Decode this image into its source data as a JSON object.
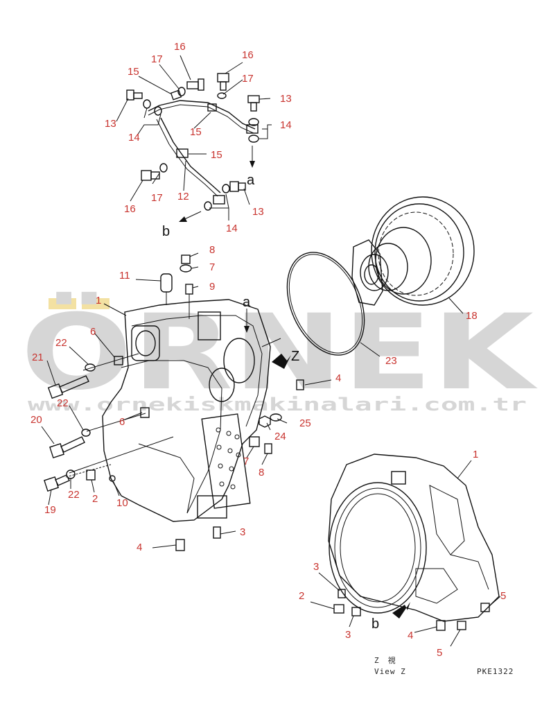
{
  "watermark": {
    "brand": "ÖRNEK",
    "url": "www.ornekiskmakinalari.com.tr",
    "color": "#cfcfcf"
  },
  "colors": {
    "callout": "#c8332e",
    "line": "#111111"
  },
  "callouts": [
    {
      "id": "c16a",
      "label": "16"
    },
    {
      "id": "c16b",
      "label": "16"
    },
    {
      "id": "c17a",
      "label": "17"
    },
    {
      "id": "c17b",
      "label": "17"
    },
    {
      "id": "c15a",
      "label": "15"
    },
    {
      "id": "c13a",
      "label": "13"
    },
    {
      "id": "c13b",
      "label": "13"
    },
    {
      "id": "c14a",
      "label": "14"
    },
    {
      "id": "c14b",
      "label": "14"
    },
    {
      "id": "c15b",
      "label": "15"
    },
    {
      "id": "c15c",
      "label": "15"
    },
    {
      "id": "c17c",
      "label": "17"
    },
    {
      "id": "c12",
      "label": "12"
    },
    {
      "id": "c16c",
      "label": "16"
    },
    {
      "id": "c13c",
      "label": "13"
    },
    {
      "id": "c14c",
      "label": "14"
    },
    {
      "id": "c8a",
      "label": "8"
    },
    {
      "id": "c7a",
      "label": "7"
    },
    {
      "id": "c11",
      "label": "11"
    },
    {
      "id": "c9",
      "label": "9"
    },
    {
      "id": "c1a",
      "label": "1"
    },
    {
      "id": "c18",
      "label": "18"
    },
    {
      "id": "c6a",
      "label": "6"
    },
    {
      "id": "c22a",
      "label": "22"
    },
    {
      "id": "c21",
      "label": "21"
    },
    {
      "id": "c23",
      "label": "23"
    },
    {
      "id": "c22b",
      "label": "22"
    },
    {
      "id": "c4a",
      "label": "4"
    },
    {
      "id": "c20",
      "label": "20"
    },
    {
      "id": "c6b",
      "label": "6"
    },
    {
      "id": "c25",
      "label": "25"
    },
    {
      "id": "c24",
      "label": "24"
    },
    {
      "id": "c7b",
      "label": "7"
    },
    {
      "id": "c8b",
      "label": "8"
    },
    {
      "id": "c1b",
      "label": "1"
    },
    {
      "id": "c19",
      "label": "19"
    },
    {
      "id": "c22c",
      "label": "22"
    },
    {
      "id": "c2a",
      "label": "2"
    },
    {
      "id": "c10",
      "label": "10"
    },
    {
      "id": "c3a",
      "label": "3"
    },
    {
      "id": "c4b",
      "label": "4"
    },
    {
      "id": "c3b",
      "label": "3"
    },
    {
      "id": "c2b",
      "label": "2"
    },
    {
      "id": "c5a",
      "label": "5"
    },
    {
      "id": "c3c",
      "label": "3"
    },
    {
      "id": "c4c",
      "label": "4"
    },
    {
      "id": "c5b",
      "label": "5"
    }
  ],
  "letters": [
    {
      "id": "la1",
      "label": "a"
    },
    {
      "id": "lb1",
      "label": "b"
    },
    {
      "id": "la2",
      "label": "a"
    },
    {
      "id": "lZ",
      "label": "Z"
    },
    {
      "id": "lb2",
      "label": "b"
    }
  ],
  "notes": {
    "view_jp": "Z　視",
    "view_en": "View Z",
    "code": "PKE1322"
  }
}
